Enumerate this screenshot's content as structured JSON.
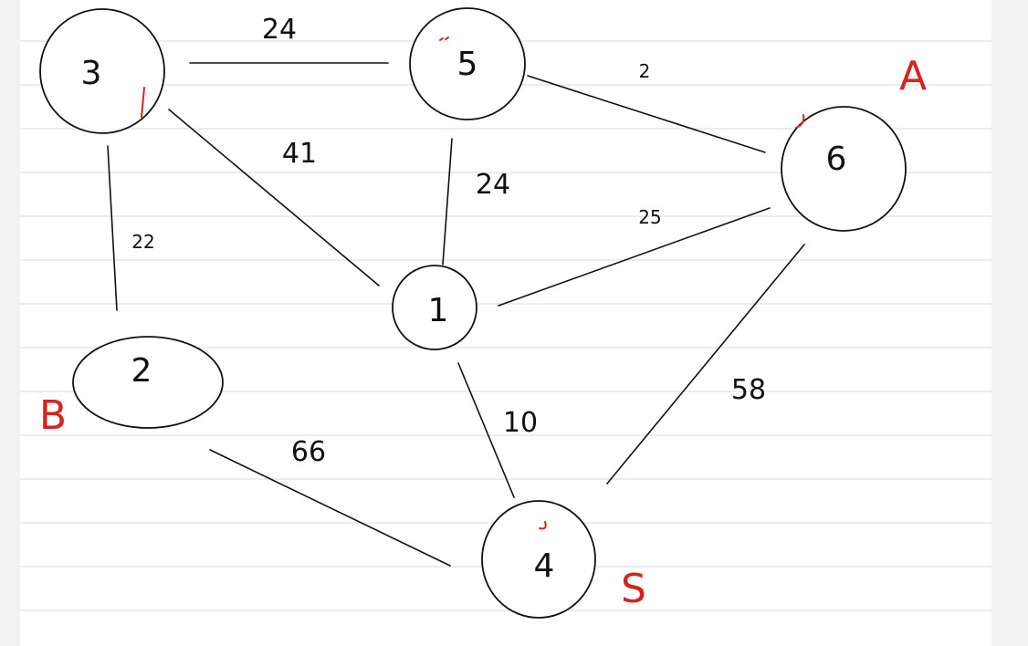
{
  "graph": {
    "nodes": [
      {
        "id": "3",
        "label": "3"
      },
      {
        "id": "5",
        "label": "5"
      },
      {
        "id": "6",
        "label": "6"
      },
      {
        "id": "1",
        "label": "1"
      },
      {
        "id": "2",
        "label": "2"
      },
      {
        "id": "4",
        "label": "4"
      }
    ],
    "edges": [
      {
        "from": "3",
        "to": "5",
        "weight": "24"
      },
      {
        "from": "5",
        "to": "6",
        "weight": "2"
      },
      {
        "from": "3",
        "to": "1",
        "weight": "41"
      },
      {
        "from": "5",
        "to": "1",
        "weight": "24"
      },
      {
        "from": "1",
        "to": "6",
        "weight": "25"
      },
      {
        "from": "3",
        "to": "2",
        "weight": "22"
      },
      {
        "from": "6",
        "to": "4",
        "weight": "58"
      },
      {
        "from": "1",
        "to": "4",
        "weight": "10"
      },
      {
        "from": "2",
        "to": "4",
        "weight": "66"
      }
    ],
    "annotations": [
      {
        "text": "A",
        "node": "6",
        "color": "#d8231d"
      },
      {
        "text": "B",
        "node": "2",
        "color": "#d8231d"
      },
      {
        "text": "S",
        "node": "4",
        "color": "#d8231d"
      }
    ]
  },
  "colors": {
    "ink": "#111111",
    "annotation": "#d8231d",
    "ruled_line": "#d9d9d9",
    "paper": "#ffffff",
    "margin": "#f2f2f2"
  }
}
